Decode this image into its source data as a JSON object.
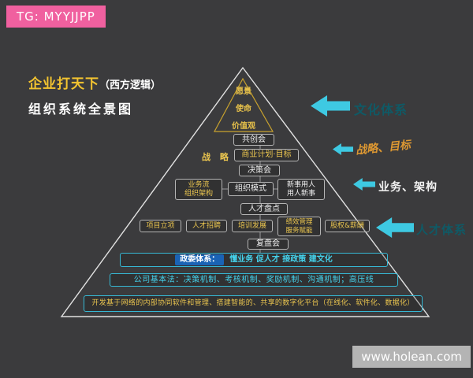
{
  "badges": {
    "tg_label": "TG: MYYJJPP",
    "watermark": "www.holean.com"
  },
  "title": {
    "main": "企业打天下",
    "sub": "（西方逻辑）",
    "line2": "组织系统全景图"
  },
  "pyramid": {
    "apex": {
      "lines": [
        "愿景",
        "使命",
        "价值观"
      ]
    },
    "co_creation_meeting": "共创会",
    "strategy_label": "战 略",
    "business_plan": "商业计划·目标",
    "decision_meeting": "决策会",
    "business_flow": {
      "lines": [
        "业务流",
        "组织架构"
      ]
    },
    "org_model": "组织模式",
    "new_people": {
      "lines": [
        "新事用人",
        "用人新事"
      ]
    },
    "talent_review": "人才盘点",
    "hr_row": [
      {
        "lines": [
          "项目立项"
        ]
      },
      {
        "lines": [
          "人才招聘"
        ]
      },
      {
        "lines": [
          "培训发展"
        ]
      },
      {
        "lines": [
          "绩效管理",
          "服务赋能"
        ]
      },
      {
        "lines": [
          "股权&薪酬"
        ]
      }
    ],
    "review_meeting": "复盘会",
    "commissar_label": "政委体系：",
    "commissar_text": "懂业务  促人才  接政策  建文化",
    "company_law": "公司基本法：决策机制、考核机制、奖励机制、沟通机制；高压线",
    "digital_platform": "开发基于网络的内部协同软件和管理、搭建智能的、共享的数字化平台（在线化、软件化、数据化）"
  },
  "side_labels": [
    {
      "label": "文化体系"
    },
    {
      "label": "战略、目标"
    },
    {
      "label": "业务、架构"
    },
    {
      "label": "人才体系"
    }
  ],
  "colors": {
    "background": "#3b3b3d",
    "accent_cyan": "#3ec9e2",
    "accent_gold": "#eac54f",
    "badge_pink": "#f0609f",
    "commissar_chip_blue": "#1a63b5"
  }
}
